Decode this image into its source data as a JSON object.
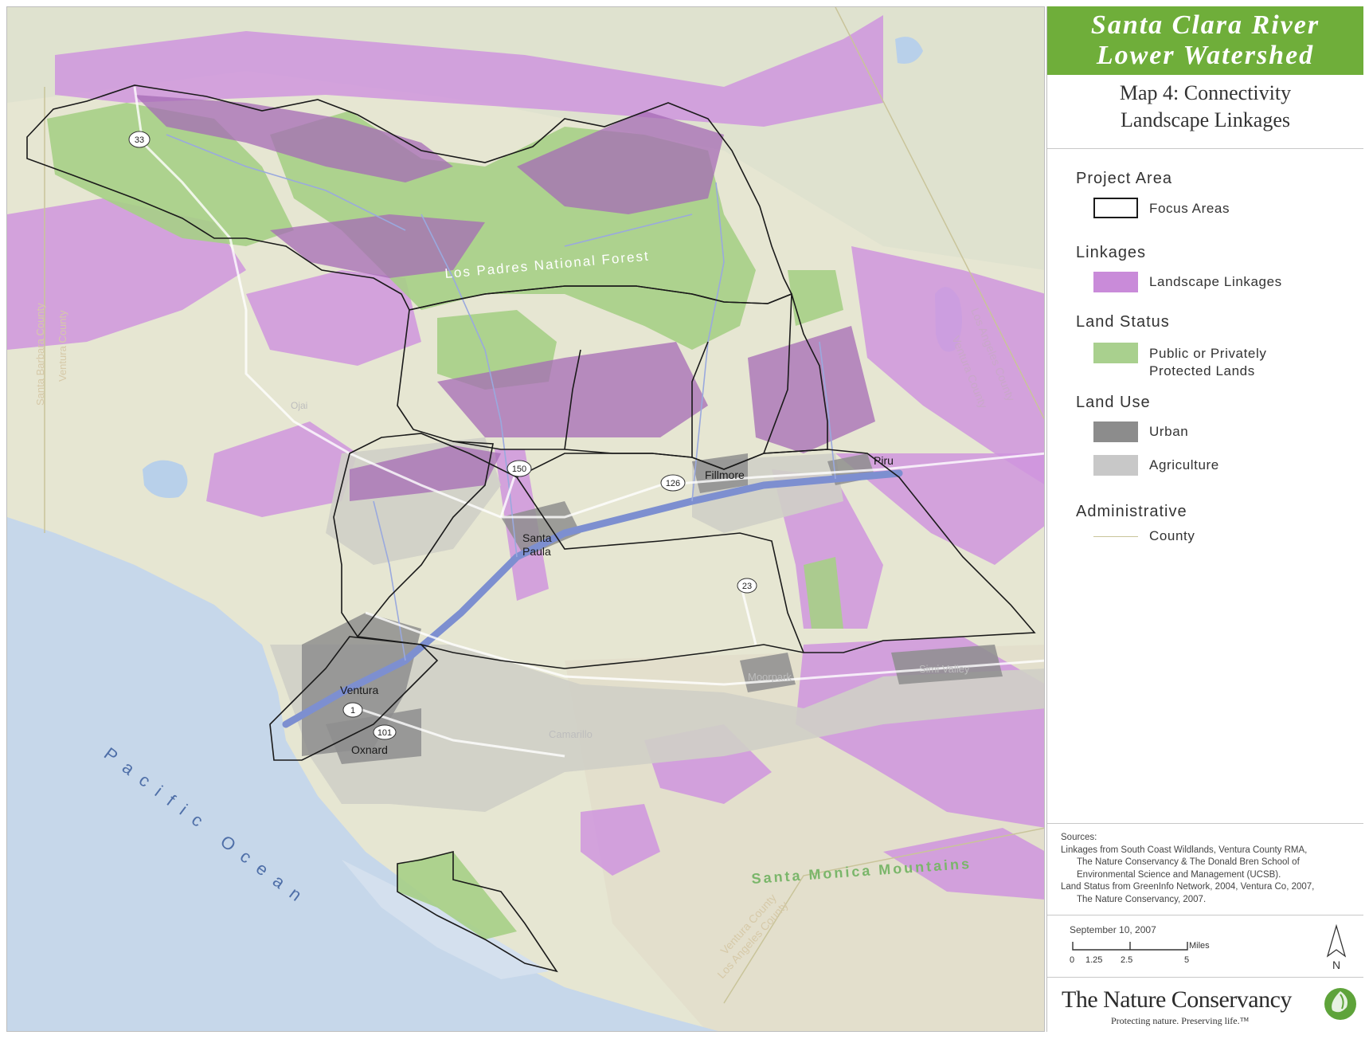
{
  "panel": {
    "title_line1": "Santa Clara River",
    "title_line2": "Lower Watershed",
    "subtitle_line1": "Map 4: Connectivity",
    "subtitle_line2": "Landscape Linkages"
  },
  "legend": {
    "project_area": {
      "heading": "Project Area",
      "label": "Focus Areas"
    },
    "linkages": {
      "heading": "Linkages",
      "label": "Landscape Linkages"
    },
    "land_status": {
      "heading": "Land Status",
      "label_line1": "Public or Privately",
      "label_line2": "Protected Lands"
    },
    "land_use": {
      "heading": "Land Use",
      "urban": "Urban",
      "agriculture": "Agriculture"
    },
    "administrative": {
      "heading": "Administrative",
      "label": "County"
    }
  },
  "colors": {
    "linkage": "#c98bd9",
    "protected": "#a9d08e",
    "urban": "#8c8c8c",
    "agriculture": "#c8c8c8",
    "title_bg": "#6fae3a",
    "ocean": "#c6d7ea",
    "land": "#e8e8d8"
  },
  "sources": {
    "line1": "Sources:",
    "line2": "Linkages from South Coast Wildlands, Ventura County RMA,",
    "line3": "The Nature Conservancy & The Donald Bren School of",
    "line4": "Environmental Science and Management (UCSB).",
    "line5": "Land Status from GreenInfo Network, 2004, Ventura Co, 2007,",
    "line6": "The Nature Conservancy, 2007."
  },
  "date": "September 10, 2007",
  "scale": {
    "ticks": [
      "0",
      "1.25",
      "2.5",
      "5"
    ],
    "unit": "Miles"
  },
  "north_label": "N",
  "branding": {
    "name": "The Nature Conservancy",
    "tagline": "Protecting nature. Preserving life.™"
  },
  "map_labels": {
    "forest": "Los Padres National Forest",
    "ocean": "Pacific Ocean",
    "mountains": "Santa Monica Mountains",
    "santa_barbara_county": "Santa Barbara County",
    "ventura_county_west": "Ventura County",
    "los_angeles_county_east": "Los Angeles County",
    "ventura_county_east": "Ventura County",
    "ventura_county_south": "Ventura County",
    "los_angeles_county_south": "Los Angeles County",
    "ojai": "Ojai",
    "fillmore": "Fillmore",
    "piru": "Piru",
    "santa_paula_1": "Santa",
    "santa_paula_2": "Paula",
    "ventura": "Ventura",
    "oxnard": "Oxnard",
    "moorpark": "Moorpark",
    "simi_valley": "Simi Valley",
    "camarillo": "Camarillo"
  },
  "route_shields": [
    "33",
    "150",
    "126",
    "23",
    "1",
    "101"
  ]
}
